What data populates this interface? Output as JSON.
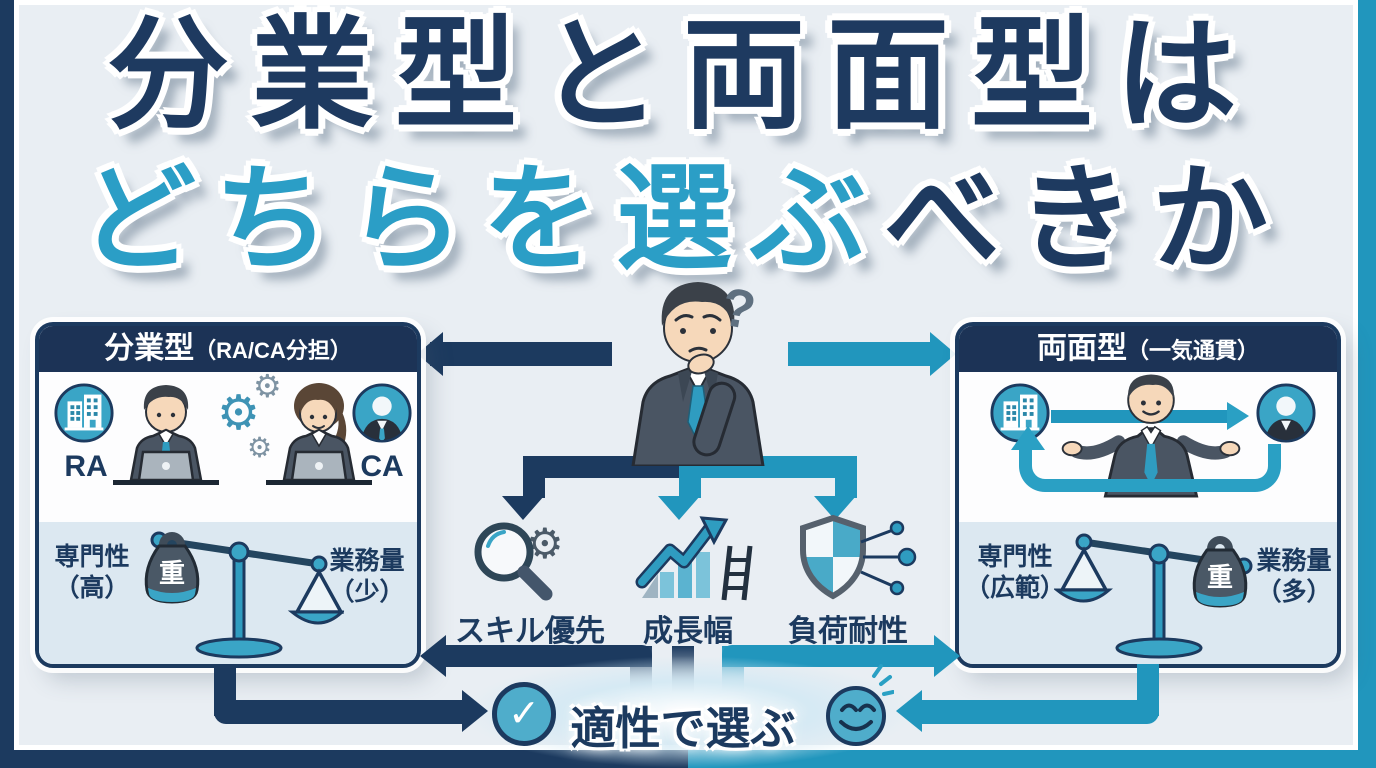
{
  "colors": {
    "navy": "#1c3a5f",
    "teal": "#2196bd",
    "teal_light": "#4fadcb",
    "background": "#e9eef3",
    "panel_lower": "#dce8f1",
    "header_bar": "#1c3356"
  },
  "title": {
    "line1": "分業型と両面型は",
    "line2_highlight": "どちらを選ぶ",
    "line2_rest": "べきか"
  },
  "center_figure": {
    "icon": "thinking-businessman-icon",
    "question_mark": "?"
  },
  "left_panel": {
    "header_main": "分業型",
    "header_sub": "（RA/CA分担）",
    "role_left": "RA",
    "role_right": "CA",
    "metric_left_line1": "専門性",
    "metric_left_line2": "（高）",
    "weight_label": "重",
    "metric_right_line1": "業務量",
    "metric_right_line2": "（少）",
    "icons": [
      "building-icon",
      "businessman-laptop-icon",
      "gears-icon",
      "businesswoman-laptop-icon",
      "person-badge-icon",
      "weight-icon",
      "balance-scale-icon"
    ]
  },
  "right_panel": {
    "header_main": "両面型",
    "header_sub": "（一気通貫）",
    "metric_left_line1": "専門性",
    "metric_left_line2": "（広範）",
    "weight_label": "重",
    "metric_right_line1": "業務量",
    "metric_right_line2": "（多）",
    "icons": [
      "building-icon",
      "consultant-open-arms-icon",
      "person-badge-icon",
      "cycle-arrow-icon",
      "weight-icon",
      "balance-scale-icon"
    ]
  },
  "criteria": [
    {
      "label": "スキル優先",
      "icon": "magnifier-gear-icon"
    },
    {
      "label": "成長幅",
      "icon": "growth-chart-ladder-icon"
    },
    {
      "label": "負荷耐性",
      "icon": "shield-network-icon"
    }
  ],
  "conclusion": {
    "text": "適性で選ぶ",
    "check_glyph": "✓",
    "icons": [
      "check-circle-icon",
      "smiley-icon"
    ]
  },
  "glyphs": {
    "gear": "⚙"
  }
}
